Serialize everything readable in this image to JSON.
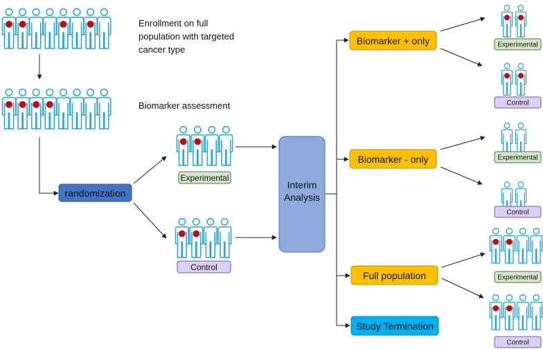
{
  "colors": {
    "person_outline": "#2ba6db",
    "tumor": "#b3121c",
    "randomization": "#4472c4",
    "interim": "#8faadc",
    "subgroup": "#ffc000",
    "termination": "#00b0f0",
    "experimental_label": "#d5e8c8",
    "control_label": "#dccff5"
  },
  "text": {
    "enrollment": [
      "Enrollment on full",
      "population with targeted",
      "cancer type"
    ],
    "assessment": "Biomarker assessment",
    "randomization": "randomization",
    "interim": [
      "Interim",
      "Analysis"
    ],
    "biomarker_pos": "Biomarker + only",
    "biomarker_neg": "Biomarker - only",
    "full_population": "Full population",
    "termination": "Study Termination",
    "experimental": "Experimental",
    "control": "Control"
  },
  "groups": {
    "enrolled": [
      true,
      true,
      false,
      false,
      true,
      false,
      true,
      false
    ],
    "assessed": [
      true,
      true,
      true,
      true,
      false,
      false,
      false,
      false
    ],
    "mid_experimental": [
      true,
      true,
      false,
      false
    ],
    "mid_control": [
      true,
      true,
      false,
      false
    ],
    "pos_experimental": [
      true,
      true
    ],
    "pos_control": [
      true,
      true
    ],
    "neg_experimental": [
      false,
      false
    ],
    "neg_control": [
      false,
      false
    ],
    "full_experimental": [
      true,
      true,
      false,
      false
    ],
    "full_control": [
      true,
      true,
      false,
      false
    ]
  }
}
